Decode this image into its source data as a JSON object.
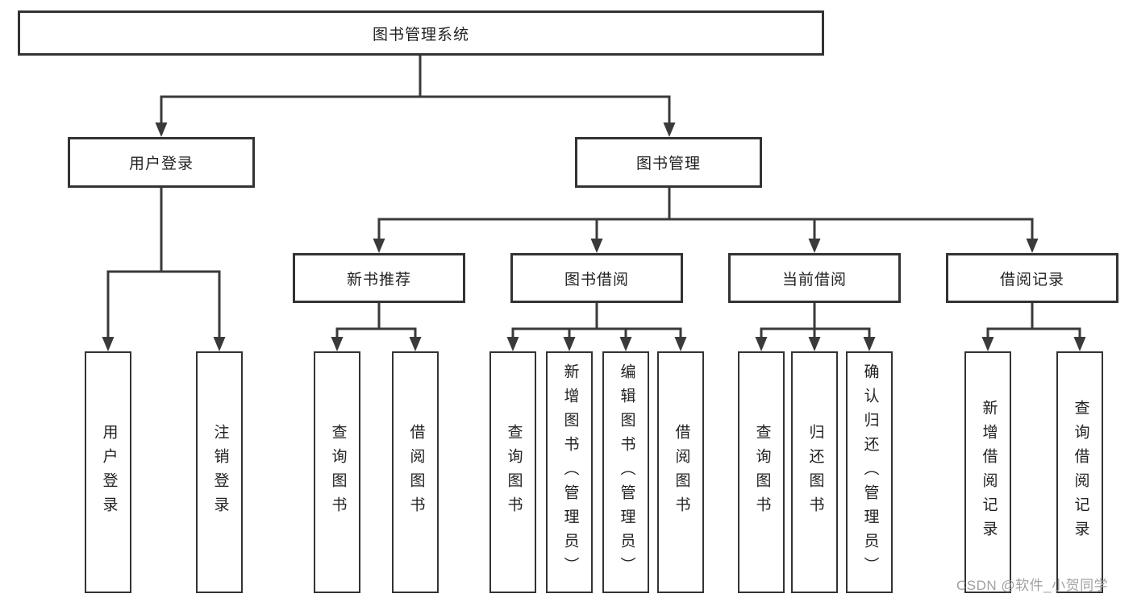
{
  "colors": {
    "line": "#3a3a3a",
    "box_border": "#333333",
    "text": "#222222",
    "watermark": "#a0a0a0",
    "background": "#ffffff"
  },
  "root": {
    "label": "图书管理系统"
  },
  "branches": [
    {
      "label": "用户登录",
      "children": [
        {
          "label": "用户登录"
        },
        {
          "label": "注销登录"
        }
      ]
    },
    {
      "label": "图书管理",
      "children": [
        {
          "label": "新书推荐",
          "children": [
            {
              "label": "查询图书"
            },
            {
              "label": "借阅图书"
            }
          ]
        },
        {
          "label": "图书借阅",
          "children": [
            {
              "label": "查询图书"
            },
            {
              "label": "新增图书（管理员）"
            },
            {
              "label": "编辑图书（管理员）"
            },
            {
              "label": "借阅图书"
            }
          ]
        },
        {
          "label": "当前借阅",
          "children": [
            {
              "label": "查询图书"
            },
            {
              "label": "归还图书"
            },
            {
              "label": "确认归还（管理员）"
            }
          ]
        },
        {
          "label": "借阅记录",
          "children": [
            {
              "label": "新增借阅记录"
            },
            {
              "label": "查询借阅记录"
            }
          ]
        }
      ]
    }
  ],
  "watermark": {
    "text": "CSDN @软件_小贺同学"
  }
}
